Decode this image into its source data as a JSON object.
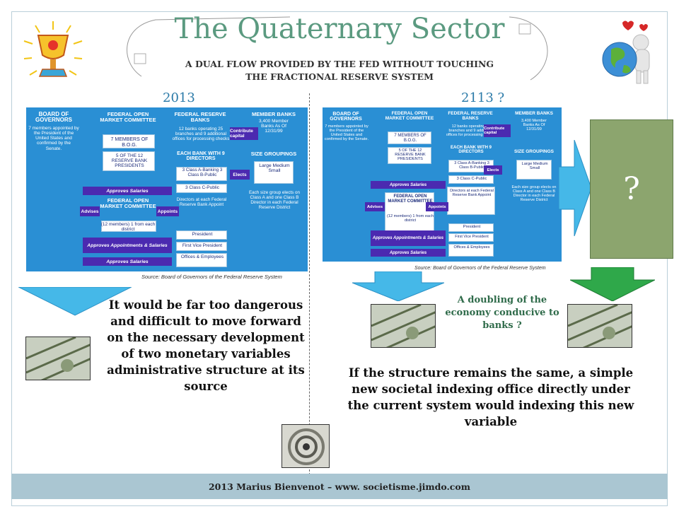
{
  "title": "The Quaternary Sector",
  "subtitle": {
    "line1": "A DUAL FLOW PROVIDED BY THE FED WITHOUT TOUCHING",
    "line2": "THE FRACTIONAL RESERVE SYSTEM"
  },
  "years": {
    "left": "2013",
    "right": "2113 ?"
  },
  "chart": {
    "board": {
      "title": "BOARD OF GOVERNORS",
      "desc": "7 members appointed by the President of the United States and confirmed by the Senate."
    },
    "fomc_top": {
      "title": "FEDERAL OPEN MARKET COMMITTEE",
      "box1": "7 MEMBERS OF B.O.G.",
      "box2": "5 OF THE 12 RESERVE BANK PRESIDENTS"
    },
    "reserve": {
      "title": "FEDERAL RESERVE BANKS",
      "desc": "12 banks operating 25 branches and 9 additional offices for processing checks",
      "each": "EACH BANK WITH 9 DIRECTORS",
      "classab": "3 Class A-Banking 3 Class B-Public",
      "classc": "3 Class C-Public",
      "directors": "Directors at each Federal Reserve Bank Appoint",
      "president": "President",
      "fvp": "First Vice President",
      "officers": "Offices & Employees"
    },
    "member": {
      "title": "MEMBER BANKS",
      "desc": "3,400 Member Banks As Of 12/31/99",
      "size": "SIZE GROUPINGS",
      "sizes": "Large Medium Small",
      "elect": "Each size group elects on Class A and one Class B Director in each Federal Reserve District"
    },
    "fomc_bottom": {
      "title": "FEDERAL OPEN MARKET COMMITTEE",
      "desc": "(12 members) 1 from each district"
    },
    "arrows": {
      "contribute": "Contribute capital",
      "elects": "Elects",
      "approves_salaries": "Approves Salaries",
      "advises": "Advises",
      "appoints": "Appoints",
      "approves_appointments": "Approves Appointments & Salaries",
      "approves_salaries2": "Approves Salaries"
    },
    "source": "Source: Board of Governors of the Federal Reserve System"
  },
  "question_mark": "?",
  "left_paragraph": "It would be far too dangerous and difficult to move forward on the necessary development of two monetary variables administrative structure at its source",
  "green_label": "A doubling of the economy conducive to banks ?",
  "right_paragraph": "If the structure remains the same, a simple new societal indexing office directly under the current system would indexing this new variable",
  "footer": "2013 Marius Bienvenot – www. societisme.jimdo.com",
  "colors": {
    "title": "#5b9a80",
    "chart_bg": "#2a8fd4",
    "arrow_purple": "#4b2ab0",
    "arrow_light_blue": "#45b8e8",
    "arrow_green": "#2fa84a",
    "question_box": "#8ca56e",
    "footer_bg": "#aac6d2"
  }
}
